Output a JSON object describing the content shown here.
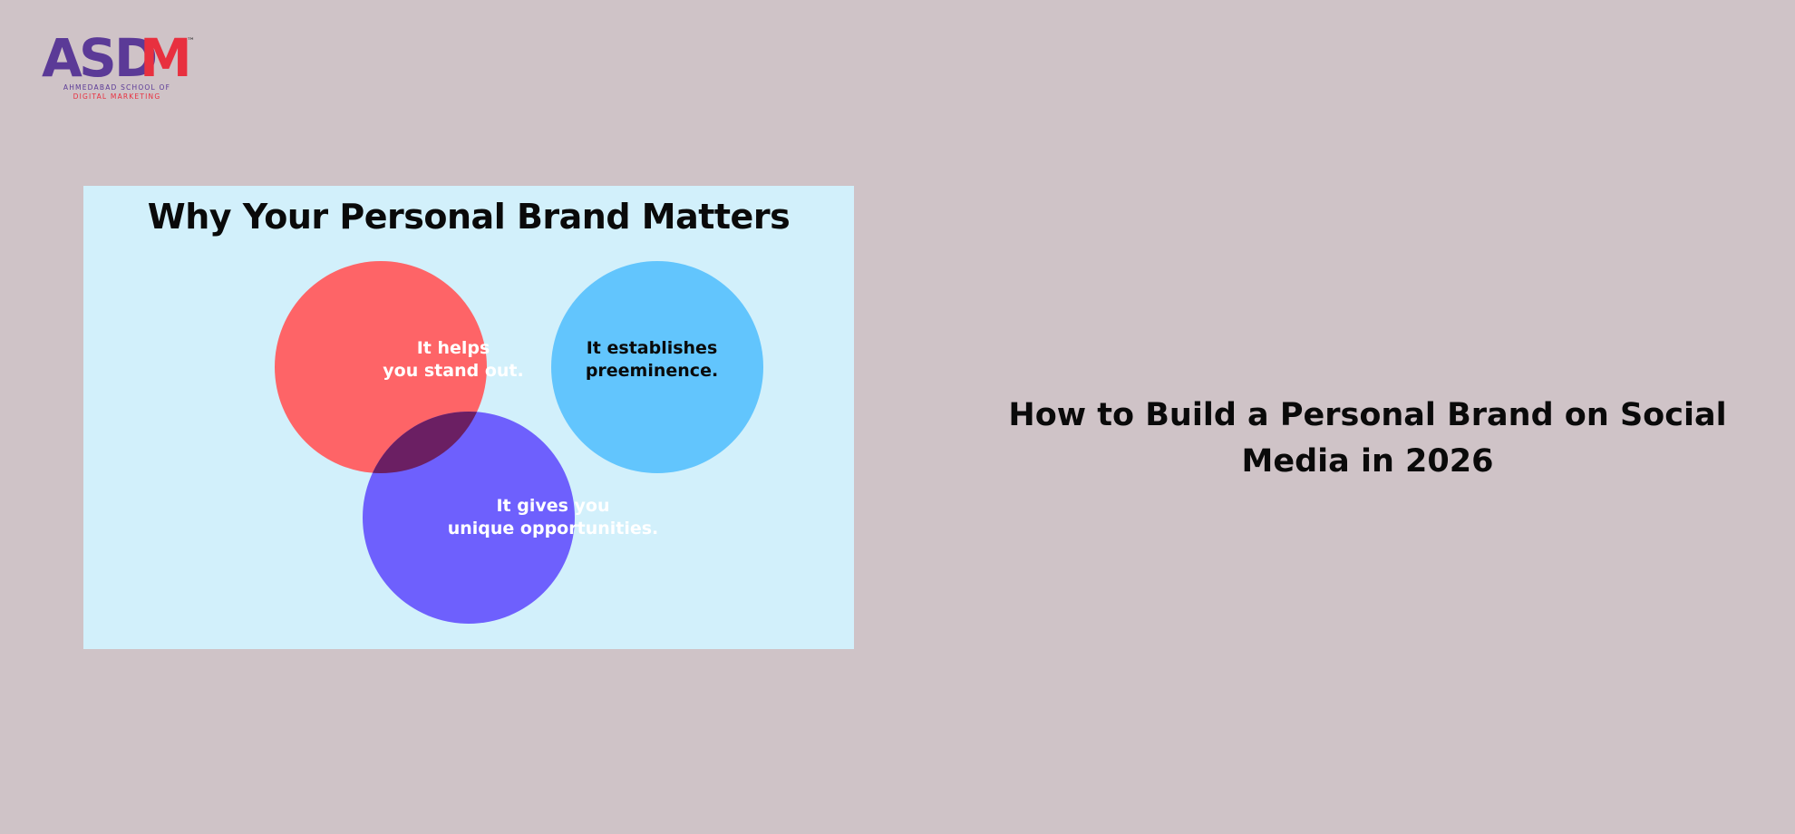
{
  "logo": {
    "letters": [
      "A",
      "S",
      "D",
      "M"
    ],
    "trademark": "™",
    "line1": "AHMEDABAD SCHOOL OF",
    "line2": "DIGITAL MARKETING",
    "colors": {
      "purple": "#5b3a97",
      "red": "#e8303f"
    }
  },
  "venn": {
    "title": "Why Your Personal Brand Matters",
    "circles": [
      {
        "line1": "It helps",
        "line2": "you stand out.",
        "color": "#ff5f62"
      },
      {
        "line1": "It establishes",
        "line2": "preeminence.",
        "color": "#5ec3fd"
      },
      {
        "line1": "It gives you",
        "line2": "unique opportunities.",
        "color": "#6a5bfd"
      }
    ],
    "background": "#d2f0fb"
  },
  "headline": "How to Build a Personal Brand on Social Media in 2026",
  "page": {
    "background": "#cfc3c7"
  }
}
